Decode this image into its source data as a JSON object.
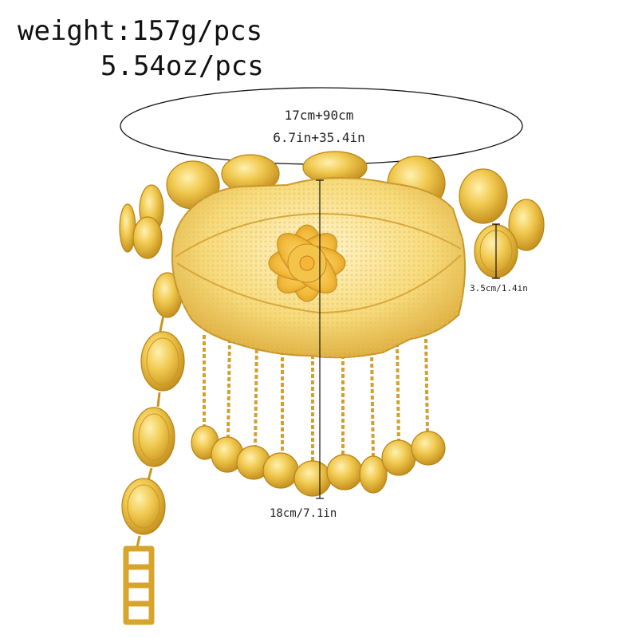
{
  "specs": {
    "weight_g": "weight:157g/pcs",
    "weight_oz": "5.54oz/pcs"
  },
  "dimensions": {
    "waist_cm": "17cm+90cm",
    "waist_in": "6.7in+35.4in",
    "coin_diameter": "3.5cm/1.4in",
    "drop_length": "18cm/7.1in"
  },
  "colors": {
    "gold_light": "#f5d66a",
    "gold_mid": "#e6b93a",
    "gold_dark": "#b98516",
    "line": "#111111"
  }
}
